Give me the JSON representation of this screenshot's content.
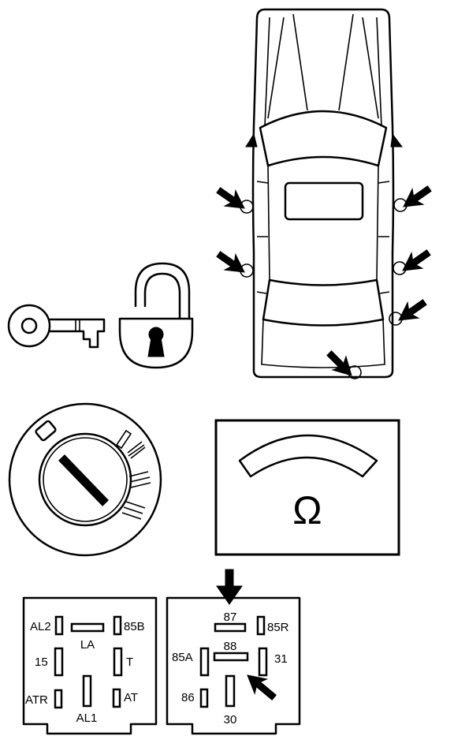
{
  "connector_left": {
    "pins": {
      "al2": "AL2",
      "b85": "85B",
      "la": "LA",
      "p15": "15",
      "t": "T",
      "atr": "ATR",
      "at": "AT",
      "al1": "AL1"
    }
  },
  "connector_right": {
    "pins": {
      "p87": "87",
      "r85": "85R",
      "p88": "88",
      "a85": "85A",
      "p31": "31",
      "p86": "86",
      "p30": "30"
    }
  },
  "meter": {
    "symbol": "Ω"
  },
  "icons": {
    "key": "key-icon",
    "padlock": "open-padlock-icon",
    "ignition": "ignition-switch-icon",
    "car": "car-top-view-icon",
    "arrow": "pointer-arrow-icon",
    "ohmmeter": "ohmmeter-icon"
  }
}
